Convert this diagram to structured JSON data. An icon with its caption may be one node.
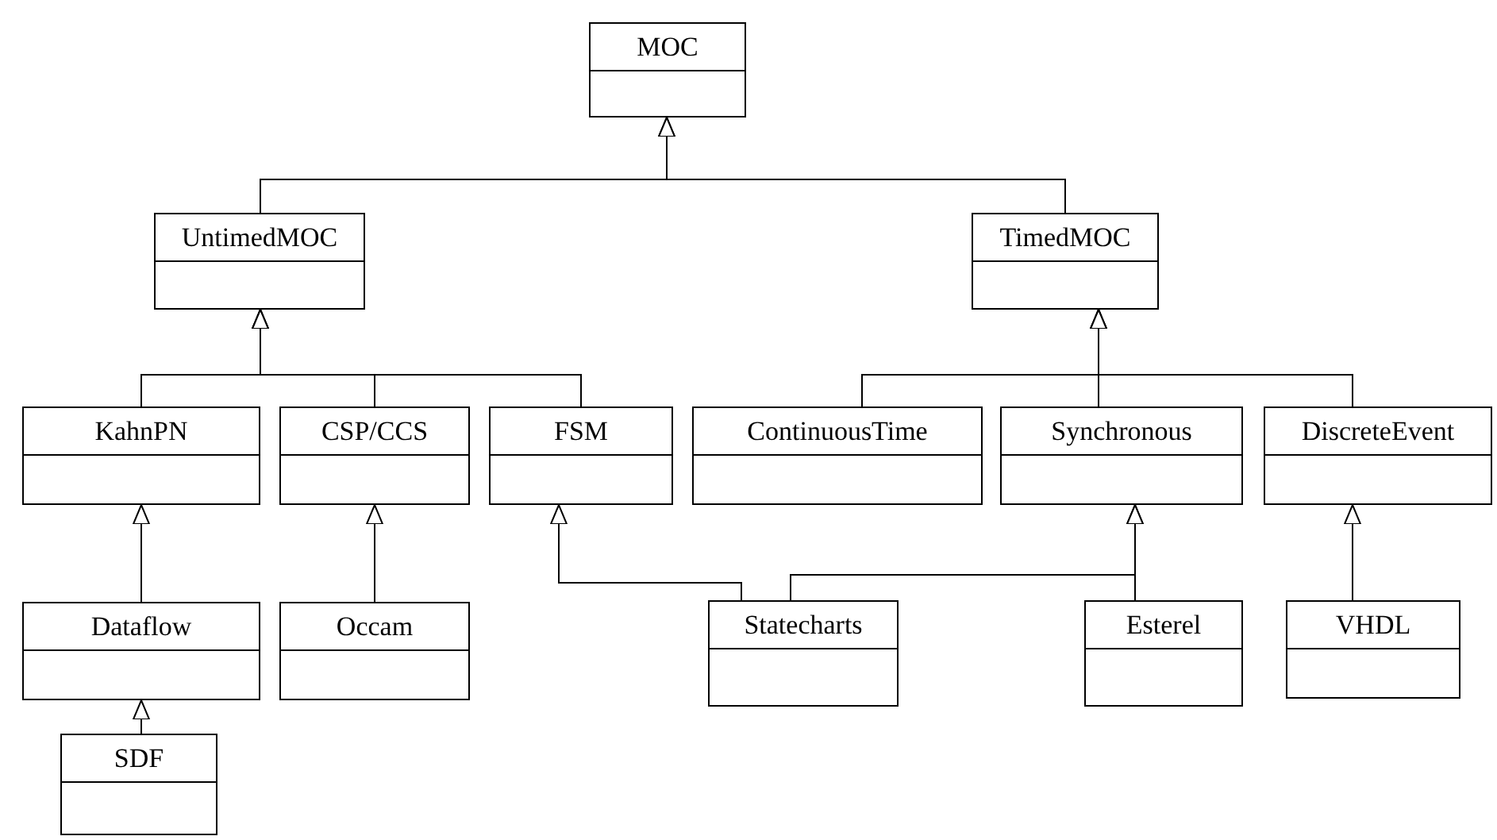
{
  "diagram": {
    "nodes": [
      {
        "text": [
          "MOC"
        ]
      },
      {
        "text": [
          "UntimedMOC"
        ]
      },
      {
        "text": [
          "TimedMOC"
        ]
      },
      {
        "text": [
          "KahnPN"
        ]
      },
      {
        "text": [
          "CSP/CCS"
        ]
      },
      {
        "text": [
          "FSM"
        ]
      },
      {
        "text": [
          "ContinuousTime"
        ]
      },
      {
        "text": [
          "Synchronous"
        ]
      },
      {
        "text": [
          "DiscreteEvent"
        ]
      },
      {
        "text": [
          "Dataflow"
        ]
      },
      {
        "text": [
          "Occam"
        ]
      },
      {
        "text": [
          "Statecharts"
        ]
      },
      {
        "text": [
          "Esterel"
        ]
      },
      {
        "text": [
          "VHDL"
        ]
      },
      {
        "text": [
          "SDF"
        ]
      }
    ],
    "edges": [
      {
        "from": 1,
        "to": 0,
        "arrow": "to"
      },
      {
        "from": 2,
        "to": 0,
        "arrow": "to"
      },
      {
        "from": 3,
        "to": 1,
        "arrow": "to"
      },
      {
        "from": 4,
        "to": 1,
        "arrow": "to"
      },
      {
        "from": 5,
        "to": 1,
        "arrow": "to"
      },
      {
        "from": 6,
        "to": 2,
        "arrow": "to"
      },
      {
        "from": 7,
        "to": 2,
        "arrow": "to"
      },
      {
        "from": 8,
        "to": 2,
        "arrow": "to"
      },
      {
        "from": 9,
        "to": 3,
        "arrow": "to"
      },
      {
        "from": 10,
        "to": 4,
        "arrow": "to"
      },
      {
        "from": 11,
        "to": 5,
        "arrow": "to"
      },
      {
        "from": 11,
        "to": 7,
        "arrow": "to"
      },
      {
        "from": 12,
        "to": 7,
        "arrow": "to"
      },
      {
        "from": 13,
        "to": 8,
        "arrow": "to"
      },
      {
        "from": 14,
        "to": 9,
        "arrow": "to"
      }
    ]
  }
}
